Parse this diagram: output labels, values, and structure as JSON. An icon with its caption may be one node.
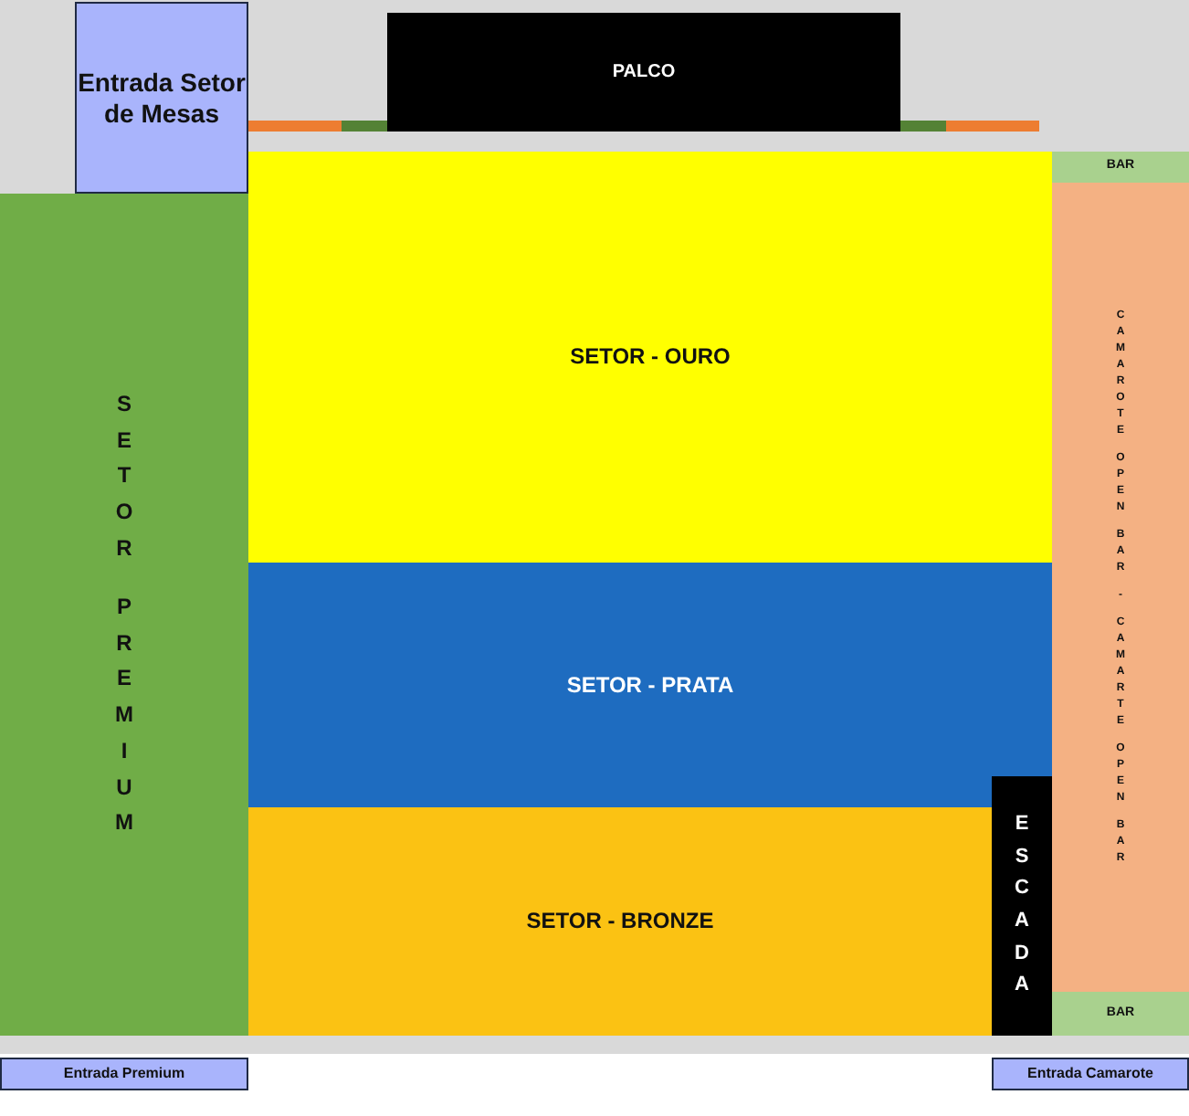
{
  "diagram": {
    "nodes": [
      {
        "text": [
          "Entrada Setor de Mesas"
        ]
      },
      {
        "text": [
          "PALCO"
        ]
      },
      {
        "text": [
          "SETOR - OURO"
        ]
      },
      {
        "text": [
          "BAR"
        ]
      },
      {
        "text": [
          "SETOR PREMIUM"
        ]
      },
      {
        "text": [
          "CAMAROTE OPEN BAR - CAMARTE OPEN BAR"
        ]
      },
      {
        "text": [
          "SETOR - PRATA"
        ]
      },
      {
        "text": [
          "ESCADA"
        ]
      },
      {
        "text": [
          "SETOR - BRONZE"
        ]
      },
      {
        "text": [
          "BAR"
        ]
      },
      {
        "text": [
          "Entrada Premium"
        ]
      },
      {
        "text": [
          "Entrada Camarote"
        ]
      }
    ],
    "edges": []
  }
}
